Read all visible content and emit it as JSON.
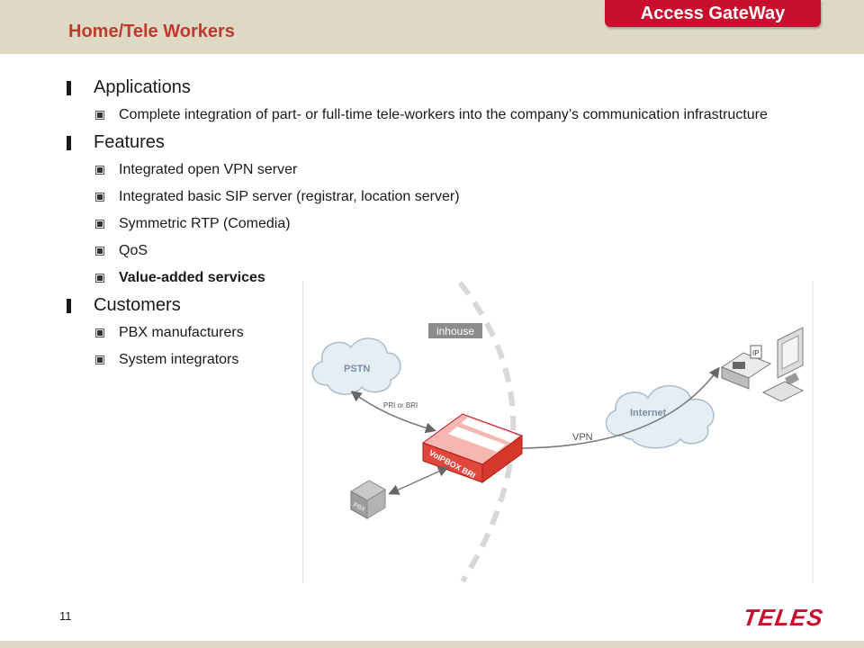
{
  "header": {
    "section_title": "Home/Tele Workers",
    "tab_label": "Access GateWay"
  },
  "content": {
    "groups": [
      {
        "label": "Applications",
        "items": [
          "Complete integration of part- or full-time tele-workers into the company’s communication infrastructure"
        ]
      },
      {
        "label": "Features",
        "items": [
          "Integrated open VPN server",
          "Integrated basic SIP server (registrar, location server)",
          "Symmetric RTP (Comedia)",
          "QoS",
          "Value-added services"
        ]
      },
      {
        "label": "Customers",
        "items": [
          "PBX manufacturers",
          "System integrators"
        ]
      }
    ]
  },
  "diagram": {
    "inhouse_label": "inhouse",
    "pstn_label": "PSTN",
    "pri_bri_label": "PRI or BRI",
    "device_label": "VoIPBOX BRI",
    "pbx_label": "PBX",
    "internet_label": "Internet",
    "vpn_label": "VPN",
    "ip_label": "IP"
  },
  "footer": {
    "slide_number": "11",
    "logo_text": "TELES"
  },
  "colors": {
    "accent_red": "#c8102e",
    "title_red": "#c0392b",
    "band": "#ddd9c4"
  }
}
